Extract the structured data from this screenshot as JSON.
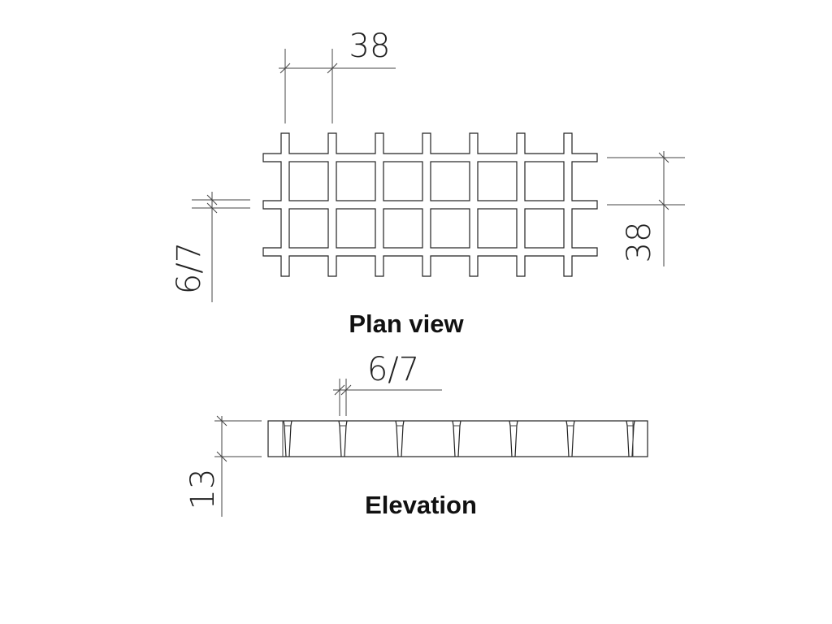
{
  "plan": {
    "title": "Plan view",
    "pitch_horizontal": "38",
    "pitch_vertical": "38",
    "bar_width": "6/7"
  },
  "elevation": {
    "title": "Elevation",
    "bar_width": "6/7",
    "height": "13"
  },
  "colors": {
    "line": "#222222",
    "background": "#ffffff"
  }
}
